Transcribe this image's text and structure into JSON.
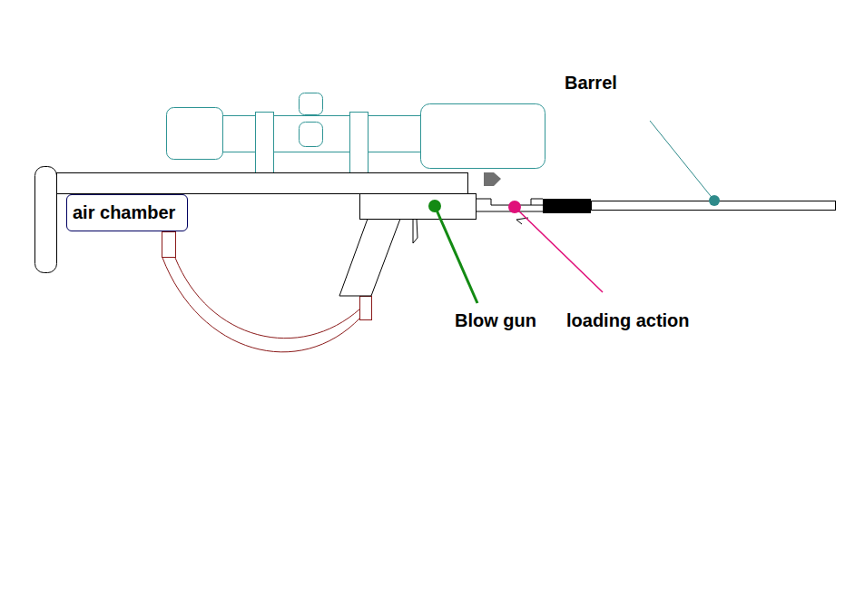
{
  "diagram": {
    "nodes": [
      {
        "text": [
          "air chamber"
        ]
      }
    ],
    "labels": [
      "Barrel",
      "Blow gun",
      "loading action"
    ]
  }
}
